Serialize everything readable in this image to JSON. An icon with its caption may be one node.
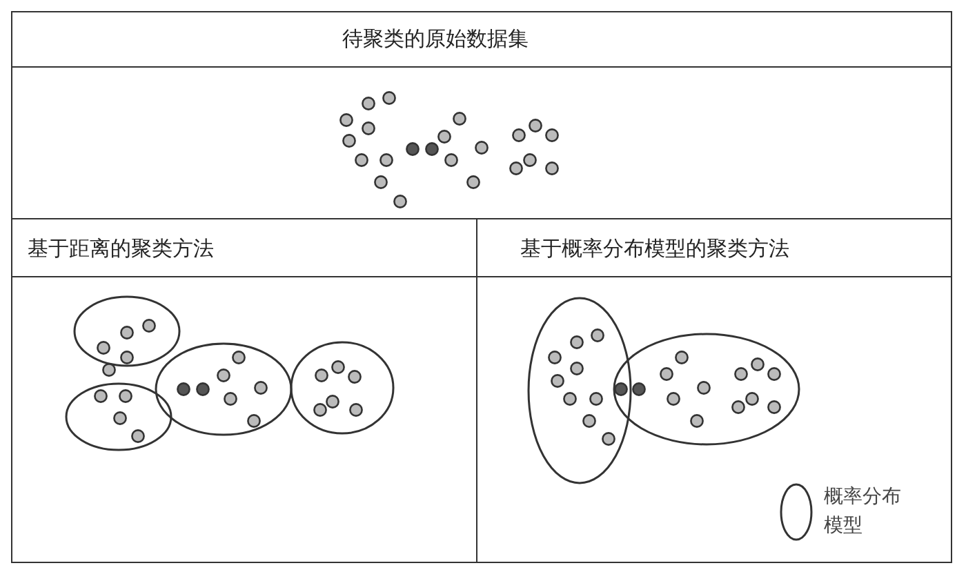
{
  "diagram": {
    "title": "待聚类的原始数据集",
    "labels": [
      "基于距离的聚类方法",
      "基于概率分布模型的聚类方法"
    ],
    "legend": [
      {
        "text": "概率分布模型"
      }
    ]
  }
}
